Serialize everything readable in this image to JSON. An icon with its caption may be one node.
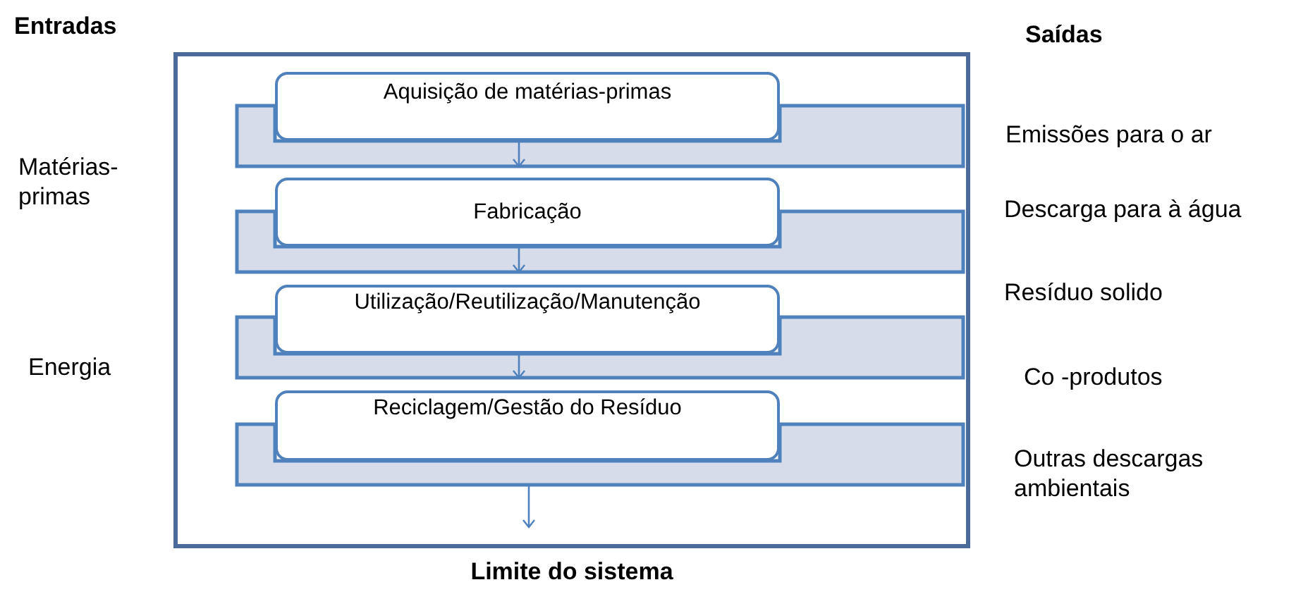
{
  "diagram": {
    "nodes": [
      {
        "text": [
          "Limite do sistema"
        ]
      },
      {
        "text": [],
        "shape": "bar",
        "in": 0
      },
      {
        "text": [
          "Aquisição de matérias-primas"
        ],
        "in": 0
      },
      {
        "text": [],
        "shape": "bar",
        "in": 0
      },
      {
        "text": [
          "Fabricação"
        ],
        "in": 0
      },
      {
        "text": [],
        "shape": "bar",
        "in": 0
      },
      {
        "text": [
          "Utilização/Reutilização/Manutenção"
        ],
        "in": 0
      },
      {
        "text": [],
        "shape": "bar",
        "in": 0
      },
      {
        "text": [
          "Reciclagem/Gestão do Resíduo"
        ],
        "in": 0
      }
    ],
    "edges": [
      {
        "from": 2,
        "to": 1,
        "arrow": "to"
      },
      {
        "from": 4,
        "to": 3,
        "arrow": "to"
      },
      {
        "from": 6,
        "to": 5,
        "arrow": "to"
      },
      {
        "from": 7,
        "to": null,
        "arrow": "to"
      }
    ],
    "labels": [
      "Entradas",
      "Saídas",
      "Matérias-primas",
      "Emissões para o ar",
      "Descarga para à água",
      "Resíduo solido",
      "Energia",
      "Co -produtos",
      "Outras descargas ambientais"
    ]
  }
}
